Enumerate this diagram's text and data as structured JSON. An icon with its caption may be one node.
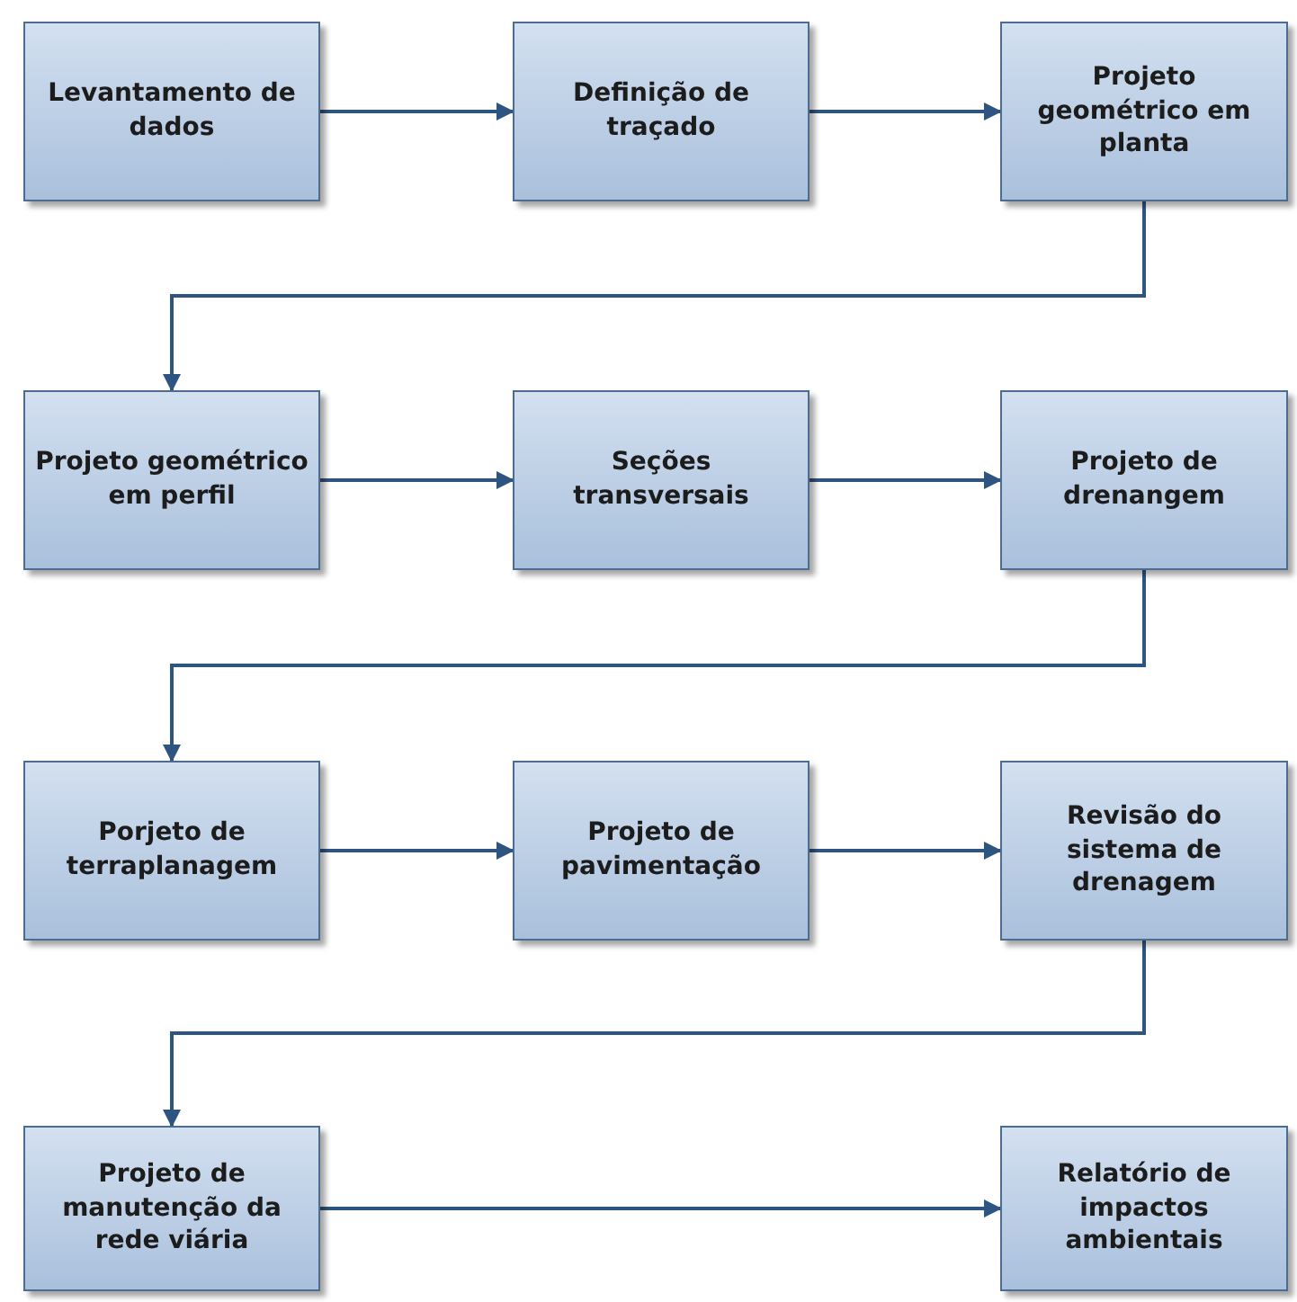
{
  "diagram": {
    "nodes": [
      {
        "text": [
          "Levantamento de dados"
        ]
      },
      {
        "text": [
          "Definição de traçado"
        ]
      },
      {
        "text": [
          "Projeto geométrico em planta"
        ]
      },
      {
        "text": [
          "Projeto geométrico em perfil"
        ]
      },
      {
        "text": [
          "Seções transversais"
        ]
      },
      {
        "text": [
          "Projeto de drenangem"
        ]
      },
      {
        "text": [
          "Porjeto de terraplanagem"
        ]
      },
      {
        "text": [
          "Projeto de pavimentação"
        ]
      },
      {
        "text": [
          "Revisão do sistema de drenagem"
        ]
      },
      {
        "text": [
          "Projeto de manutenção da rede viária"
        ]
      },
      {
        "text": [
          "Relatório de impactos ambientais"
        ]
      }
    ],
    "edges": [
      {
        "from": 0,
        "to": 1,
        "arrow": "to"
      },
      {
        "from": 1,
        "to": 2,
        "arrow": "to"
      },
      {
        "from": 2,
        "to": 3,
        "arrow": "to"
      },
      {
        "from": 3,
        "to": 4,
        "arrow": "to"
      },
      {
        "from": 4,
        "to": 5,
        "arrow": "to"
      },
      {
        "from": 5,
        "to": 6,
        "arrow": "to"
      },
      {
        "from": 6,
        "to": 7,
        "arrow": "to"
      },
      {
        "from": 7,
        "to": 8,
        "arrow": "to"
      },
      {
        "from": 8,
        "to": 9,
        "arrow": "to"
      },
      {
        "from": 9,
        "to": 10,
        "arrow": "to"
      }
    ]
  }
}
